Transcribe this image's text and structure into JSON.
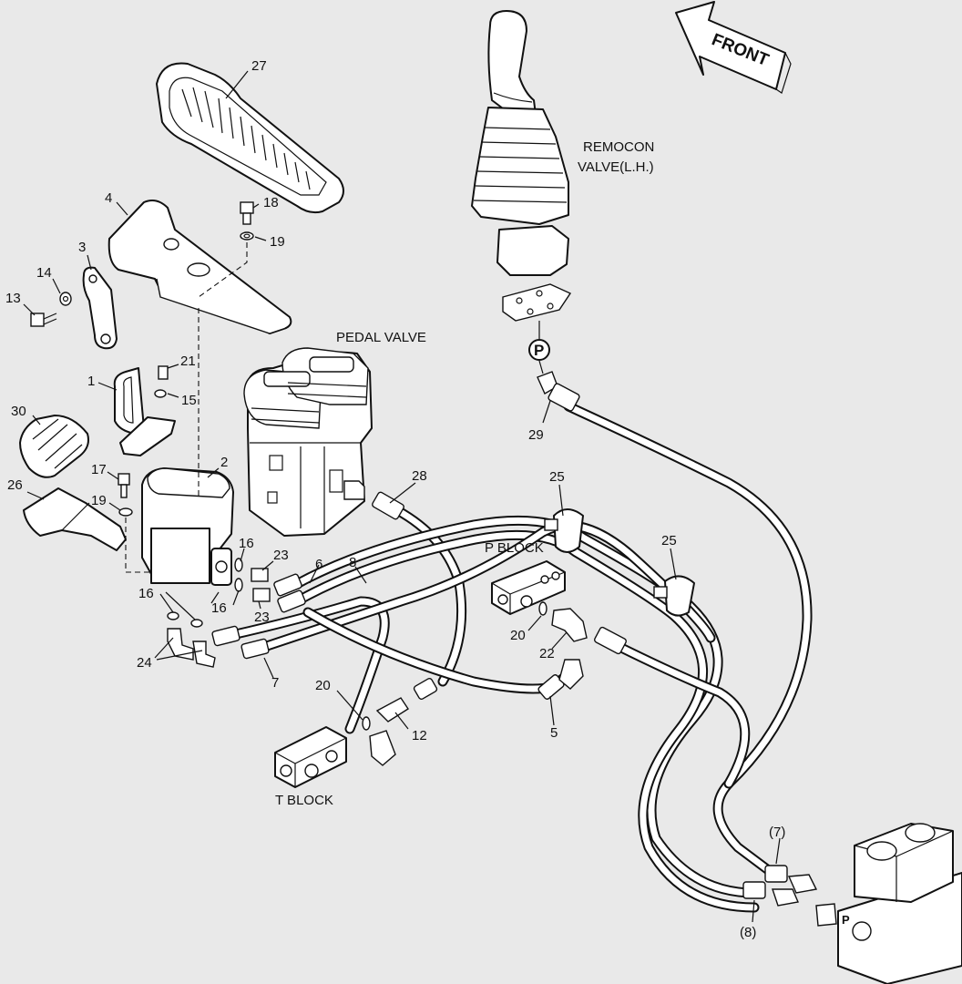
{
  "diagram": {
    "labels": {
      "front": "FRONT",
      "remocon_line1": "REMOCON",
      "remocon_line2": "VALVE(L.H.)",
      "pedal_valve": "PEDAL VALVE",
      "p_block": "P BLOCK",
      "t_block": "T BLOCK",
      "port_p": "P",
      "valve_port_p": "P"
    },
    "parts": {
      "p27": "27",
      "p4": "4",
      "p18": "18",
      "p19a": "19",
      "p3": "3",
      "p14": "14",
      "p13": "13",
      "p21": "21",
      "p1": "1",
      "p15": "15",
      "p30": "30",
      "p17": "17",
      "p2": "2",
      "p26": "26",
      "p19b": "19",
      "p28": "28",
      "p25a": "25",
      "p25b": "25",
      "p29": "29",
      "p16a": "16",
      "p23a": "23",
      "p6": "6",
      "p8": "8",
      "p16b": "16",
      "p16c": "16",
      "p23b": "23",
      "p24": "24",
      "p7": "7",
      "p20a": "20",
      "p22": "22",
      "p20b": "20",
      "p12": "12",
      "p5": "5",
      "p7ref": "(7)",
      "p8ref": "(8)"
    },
    "colors": {
      "background": "#e9e9e9",
      "line": "#111111",
      "fill": "#ffffff"
    }
  }
}
